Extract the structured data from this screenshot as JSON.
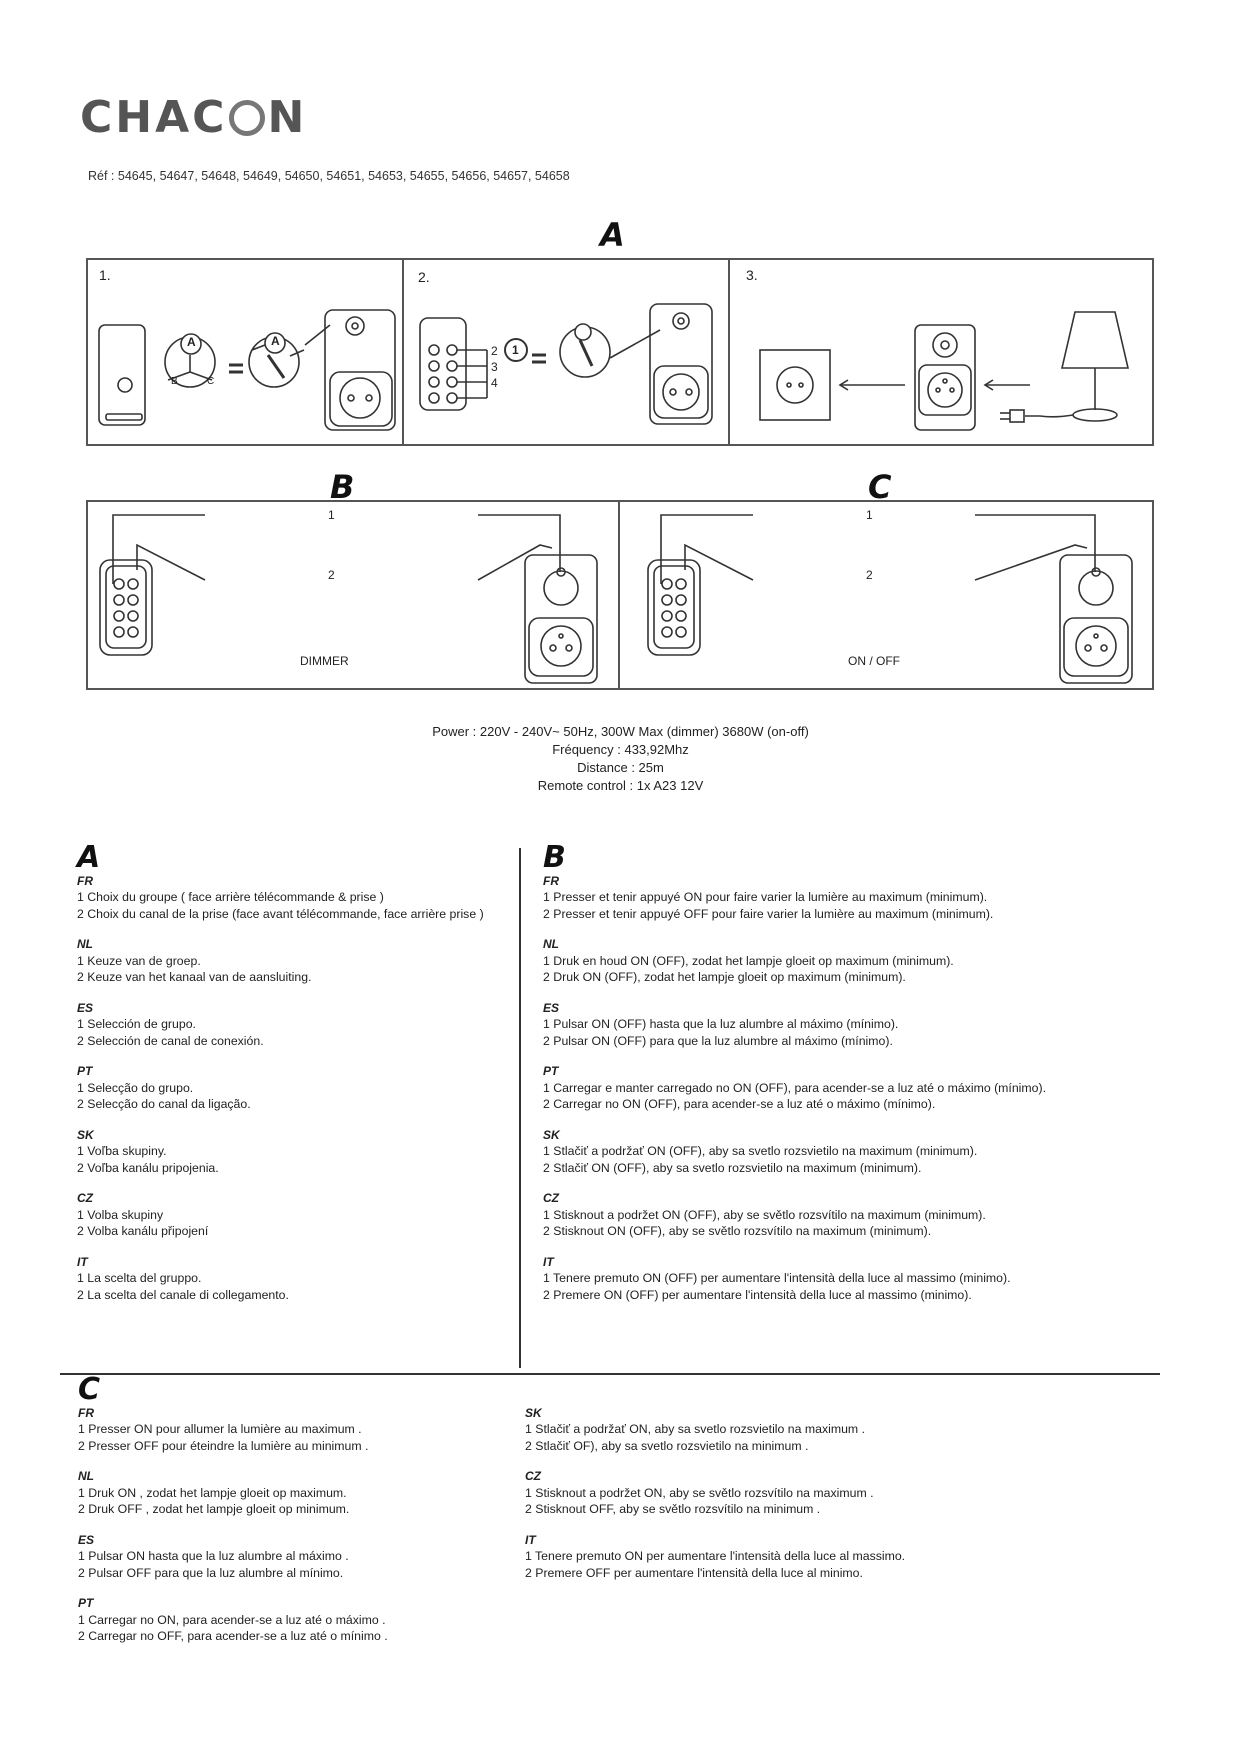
{
  "brand": {
    "logo_text_left": "CHAC",
    "logo_text_right": "N"
  },
  "reference": "Réf : 54645, 54647, 54648, 54649, 54650, 54651, 54653, 54655, 54656, 54657, 54658",
  "figure": {
    "section_a_title": "A",
    "section_b_title": "B",
    "section_c_title": "C",
    "panel_a1_number": "1.",
    "panel_a2_number": "2.",
    "panel_a3_number": "3.",
    "dial_letter_a": "A",
    "dial_letter_b": "B",
    "dial_letter_c": "C",
    "channel_badge": "1",
    "channel_labels": [
      "2",
      "3",
      "4"
    ],
    "callout_1": "1",
    "callout_2": "2",
    "dimmer_label": "DIMMER",
    "onoff_label": "ON / OFF"
  },
  "specs": {
    "power": "Power : 220V - 240V~ 50Hz, 300W Max (dimmer)  3680W (on-off)",
    "frequency": "Fréquency : 433,92Mhz",
    "distance": "Distance : 25m",
    "remote": "Remote control : 1x A23  12V"
  },
  "section_a": {
    "title": "A",
    "langs": [
      {
        "code": "FR",
        "lines": [
          "1 Choix du groupe ( face arrière télécommande & prise )",
          "2 Choix du canal de la prise (face avant télécommande, face arrière prise )"
        ]
      },
      {
        "code": "NL",
        "lines": [
          "1 Keuze van de groep.",
          "2 Keuze van het kanaal van de aansluiting."
        ]
      },
      {
        "code": "ES",
        "lines": [
          "1 Selección de grupo.",
          "2 Selección de canal de conexión."
        ]
      },
      {
        "code": "PT",
        "lines": [
          "1 Selecção do grupo.",
          "2 Selecção do canal da ligação."
        ]
      },
      {
        "code": "SK",
        "lines": [
          "1 Voľba skupiny.",
          "2 Voľba kanálu pripojenia."
        ]
      },
      {
        "code": "CZ",
        "lines": [
          "1 Volba skupiny",
          "2 Volba kanálu připojení"
        ]
      },
      {
        "code": "IT",
        "lines": [
          "1 La scelta del gruppo.",
          "2 La scelta del canale di collegamento."
        ]
      }
    ]
  },
  "section_b": {
    "title": "B",
    "langs": [
      {
        "code": "FR",
        "lines": [
          "1 Presser et tenir appuyé ON pour faire varier la lumière au maximum (minimum).",
          "2 Presser et tenir appuyé OFF pour faire varier la lumière au maximum (minimum)."
        ]
      },
      {
        "code": "NL",
        "lines": [
          "1 Druk en houd ON (OFF), zodat het lampje gloeit op maximum (minimum).",
          "2 Druk ON (OFF), zodat het lampje gloeit op maximum (minimum)."
        ]
      },
      {
        "code": "ES",
        "lines": [
          "1 Pulsar ON (OFF) hasta que la luz alumbre al máximo (mínimo).",
          "2 Pulsar ON (OFF) para que la luz alumbre al máximo (mínimo)."
        ]
      },
      {
        "code": "PT",
        "lines": [
          "1 Carregar e manter carregado no ON (OFF), para acender-se a luz até o máximo (mínimo).",
          "2 Carregar no ON (OFF), para acender-se a luz até o máximo (mínimo)."
        ]
      },
      {
        "code": "SK",
        "lines": [
          "1 Stlačiť a podržať ON (OFF), aby sa svetlo rozsvietilo na maximum (minimum).",
          "2 Stlačiť ON (OFF), aby sa svetlo rozsvietilo na maximum (minimum)."
        ]
      },
      {
        "code": "CZ",
        "lines": [
          "1 Stisknout a podržet ON (OFF), aby se světlo rozsvítilo na maximum (minimum).",
          "2 Stisknout ON (OFF), aby se světlo rozsvítilo na maximum (minimum)."
        ]
      },
      {
        "code": "IT",
        "lines": [
          "1 Tenere premuto ON (OFF) per aumentare l'intensità della luce al massimo (minimo).",
          "2 Premere ON (OFF) per aumentare l'intensità della luce al massimo (minimo)."
        ]
      }
    ]
  },
  "section_c": {
    "title": "C",
    "left_langs": [
      {
        "code": "FR",
        "lines": [
          "1 Presser ON pour allumer la lumière au maximum .",
          "2 Presser  OFF pour éteindre la lumière au minimum ."
        ]
      },
      {
        "code": "NL",
        "lines": [
          "1 Druk  ON , zodat het lampje gloeit op maximum.",
          "2 Druk OFF , zodat het lampje gloeit op minimum."
        ]
      },
      {
        "code": "ES",
        "lines": [
          "1 Pulsar ON  hasta que la luz alumbre al máximo .",
          "2 Pulsar OFF para que la luz alumbre al mínimo."
        ]
      },
      {
        "code": "PT",
        "lines": [
          "1 Carregar  no ON, para acender-se a luz até o máximo .",
          "2 Carregar no OFF, para acender-se a luz até o mínimo ."
        ]
      }
    ],
    "right_langs": [
      {
        "code": "SK",
        "lines": [
          "1 Stlačiť a podržať ON, aby sa svetlo rozsvietilo na maximum .",
          "2 Stlačiť OF), aby sa svetlo rozsvietilo na minimum ."
        ]
      },
      {
        "code": "CZ",
        "lines": [
          "1 Stisknout a podržet ON, aby se světlo rozsvítilo na maximum .",
          "2 Stisknout OFF, aby se světlo rozsvítilo na minimum ."
        ]
      },
      {
        "code": "IT",
        "lines": [
          "1 Tenere premuto ON per aumentare l'intensità della luce al massimo.",
          "2 Premere OFF per aumentare l'intensità della luce al minimo."
        ]
      }
    ]
  }
}
